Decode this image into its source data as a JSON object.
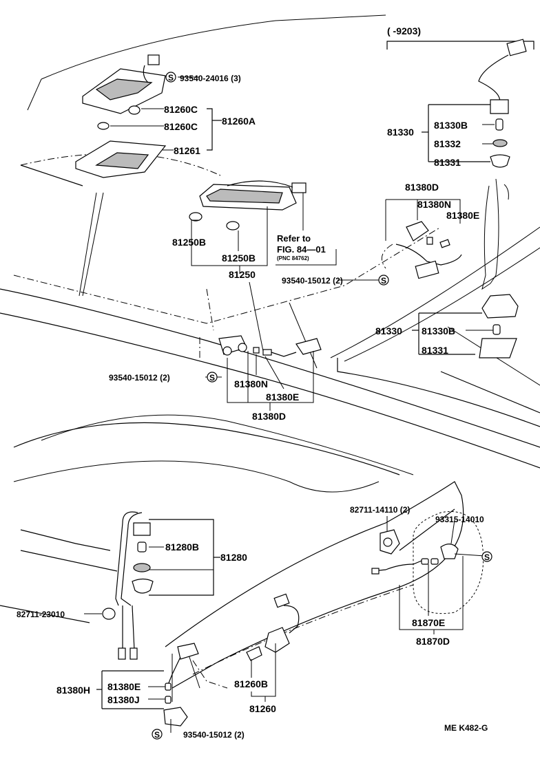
{
  "range_note": "(      -9203)",
  "parts": {
    "screw_top": "93540-24016 (3)",
    "p81260C_a": "81260C",
    "p81260C_b": "81260C",
    "p81260A": "81260A",
    "p81261": "81261",
    "p81250B_a": "81250B",
    "p81250B_b": "81250B",
    "p81250": "81250",
    "refer_1": "Refer to",
    "refer_2": "FIG. 84—01",
    "refer_3": "(PNC 84762)",
    "p81330_top": "81330",
    "p81330B_top": "81330B",
    "p81332": "81332",
    "p81331_top": "81331",
    "p81380D_top": "81380D",
    "p81380N_top": "81380N",
    "p81380E_top": "81380E",
    "screw_mid_right": "93540-15012 (2)",
    "p81330_mid": "81330",
    "p81330B_mid": "81330B",
    "p81331_mid": "81331",
    "screw_mid_left": "93540-15012 (2)",
    "p81380N_mid": "81380N",
    "p81380E_mid": "81380E",
    "p81380D_mid": "81380D",
    "p81280B": "81280B",
    "p81280": "81280",
    "clip_82711_23010": "82711-23010",
    "clip_82711_14110": "82711-14110 (2)",
    "screw_93315": "93315-14010",
    "p81870E": "81870E",
    "p81870D": "81870D",
    "p81380H": "81380H",
    "p81380E_bot": "81380E",
    "p81380J": "81380J",
    "p81260B": "81260B",
    "p81260": "81260",
    "screw_bottom": "93540-15012 (2)",
    "fig_code": "ME K482-G"
  },
  "icons": {
    "screw_symbol": "S",
    "screw_icon": "screw-symbol-icon"
  }
}
